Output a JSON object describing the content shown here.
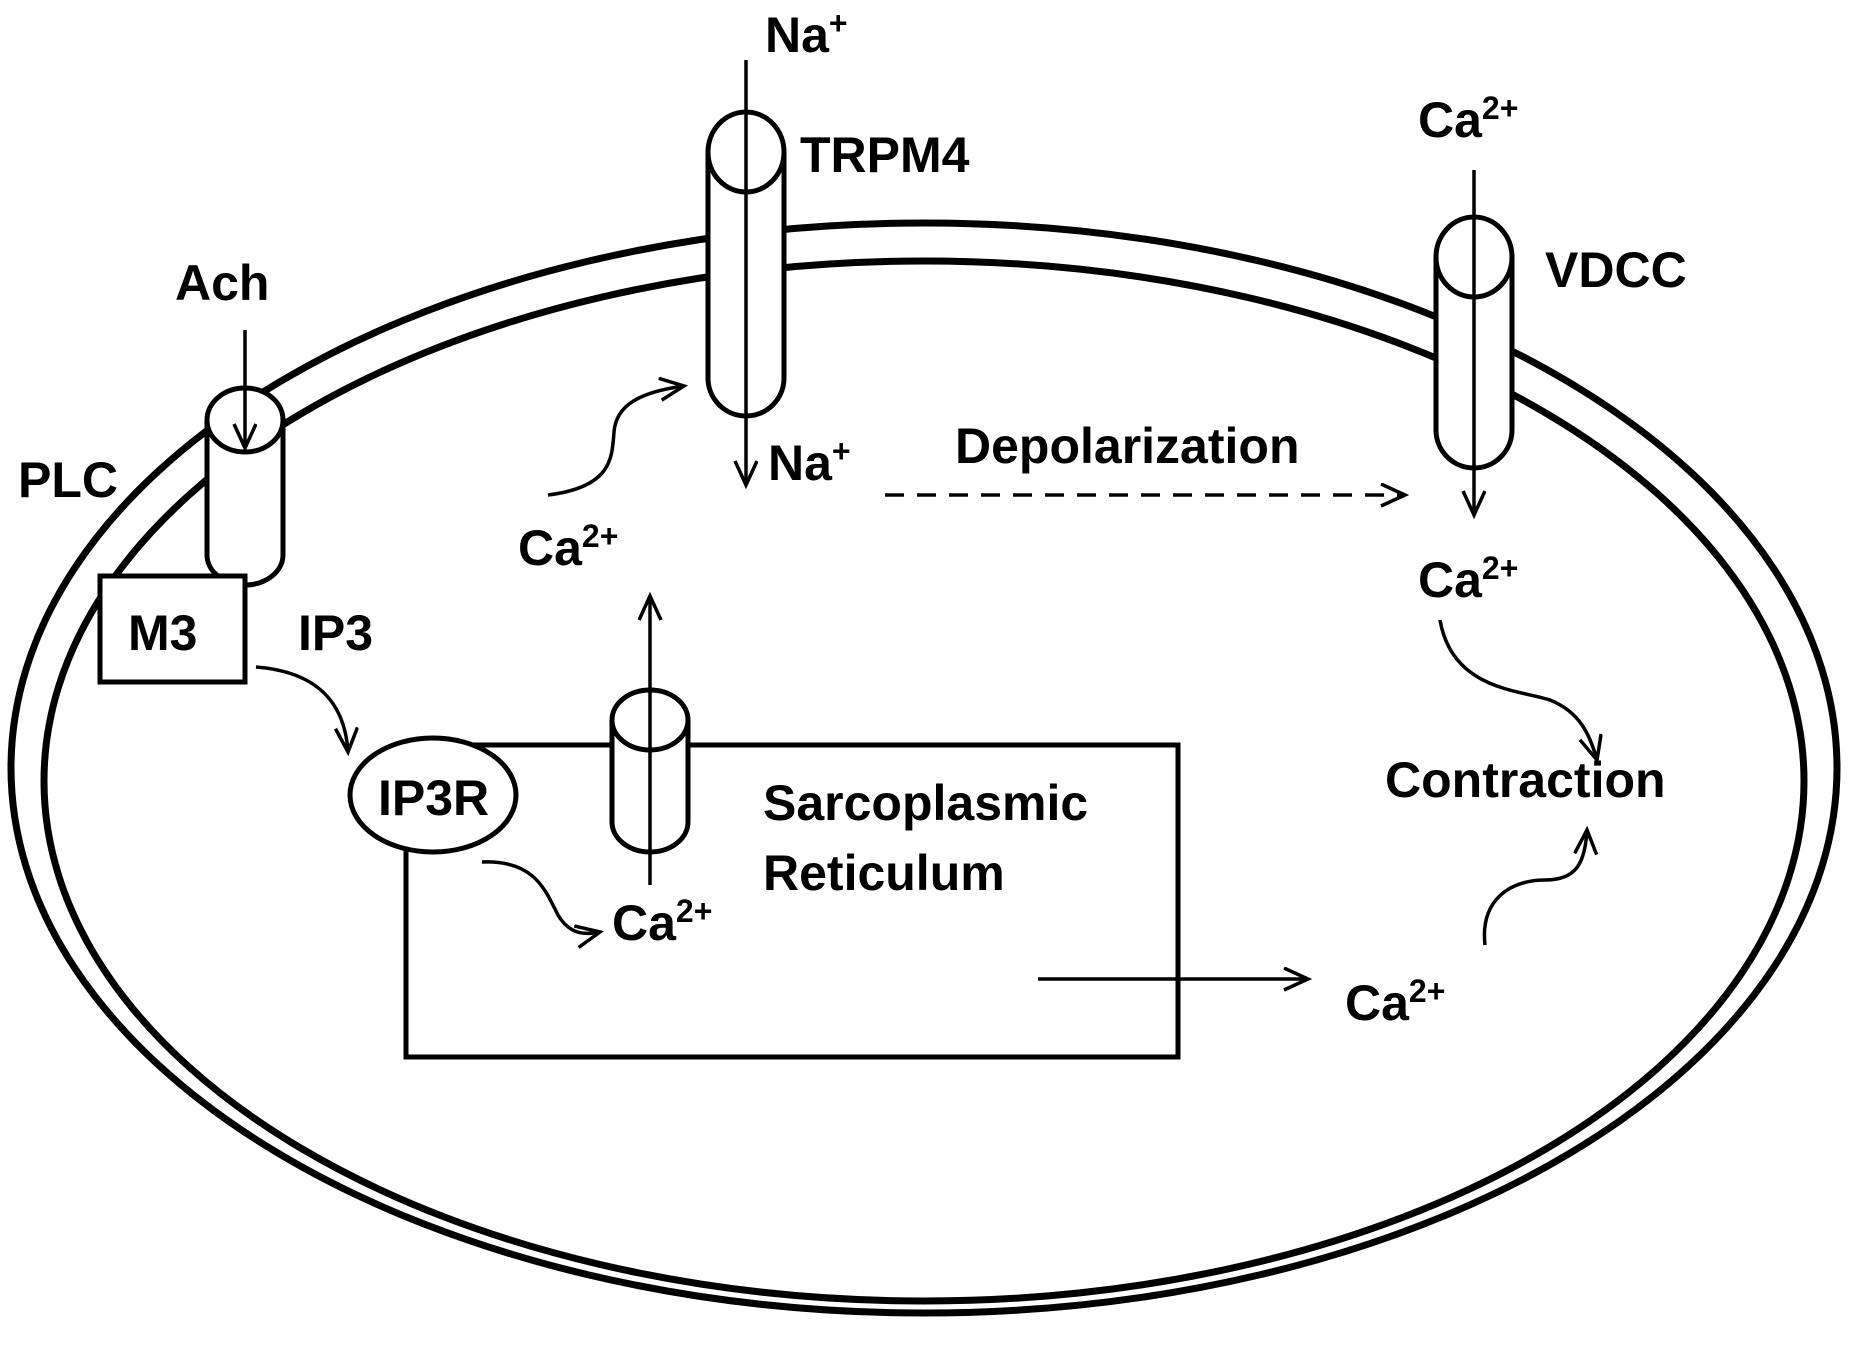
{
  "labels": {
    "na_top": "Na",
    "na_top_charge": "+",
    "trpm4": "TRPM4",
    "na_inside": "Na",
    "na_inside_charge": "+",
    "ca_vdcc_top": "Ca",
    "ca_vdcc_top_charge": "2+",
    "vdcc": "VDCC",
    "ca_vdcc_inside": "Ca",
    "ca_vdcc_inside_charge": "2+",
    "ach": "Ach",
    "plc": "PLC",
    "m3": "M3",
    "ip3": "IP3",
    "ip3r": "IP3R",
    "depolarization": "Depolarization",
    "ca_trpm4": "Ca",
    "ca_trpm4_charge": "2+",
    "sr_line1": "Sarcoplasmic",
    "sr_line2": "Reticulum",
    "ca_ip3r": "Ca",
    "ca_ip3r_charge": "2+",
    "contraction": "Contraction",
    "ca_sr_out": "Ca",
    "ca_sr_out_charge": "2+"
  }
}
